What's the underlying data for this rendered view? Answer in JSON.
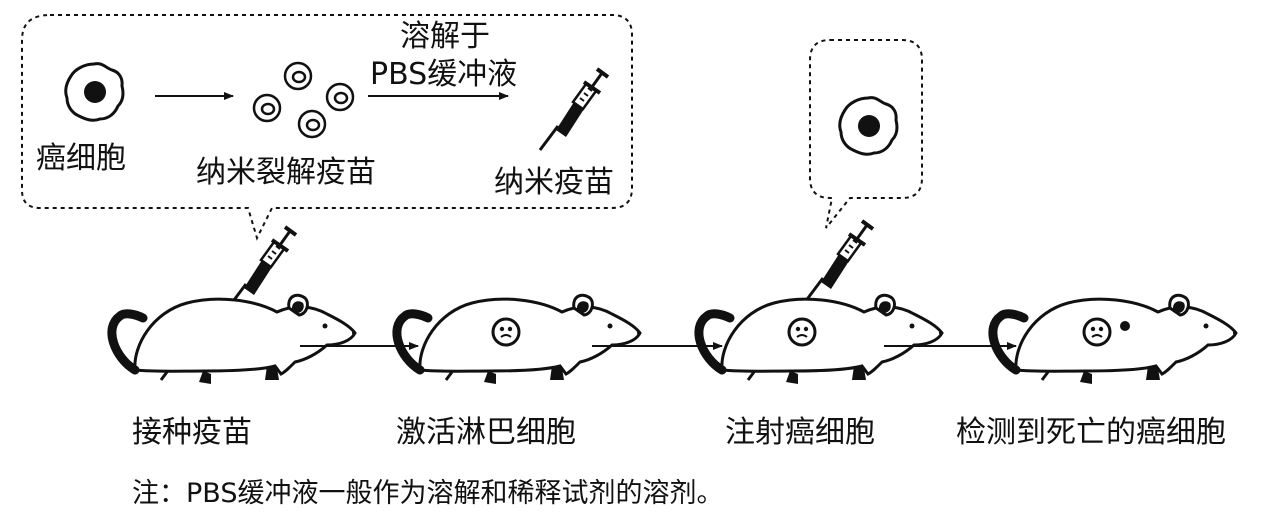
{
  "top_panel": {
    "cancer_cell_label": "癌细胞",
    "nano_lysate_label": "纳米裂解疫苗",
    "dissolve_line1": "溶解于",
    "dissolve_line2": "PBS缓冲液",
    "nano_vaccine_label": "纳米疫苗"
  },
  "steps": [
    {
      "label": "接种疫苗"
    },
    {
      "label": "激活淋巴细胞"
    },
    {
      "label": "注射癌细胞"
    },
    {
      "label": "检测到死亡的癌细胞"
    }
  ],
  "note": "注：PBS缓冲液一般作为溶解和稀释试剂的溶剂。",
  "colors": {
    "ink": "#111111",
    "background": "#ffffff"
  }
}
